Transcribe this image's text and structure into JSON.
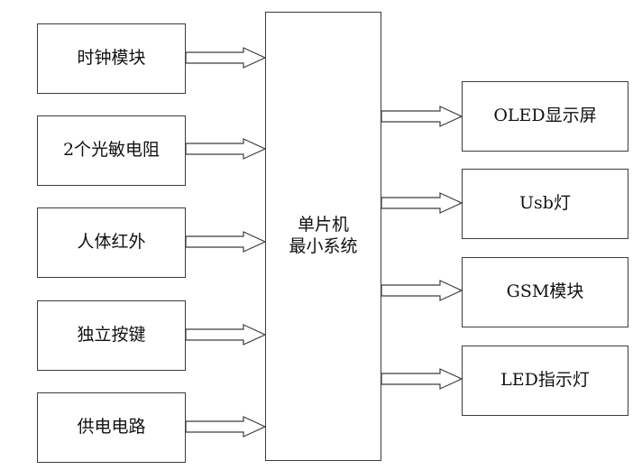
{
  "diagram": {
    "inputs": [
      {
        "id": "clock",
        "label": "时钟模块"
      },
      {
        "id": "ldr",
        "label": "2个光敏电阻"
      },
      {
        "id": "pir",
        "label": "人体红外"
      },
      {
        "id": "keys",
        "label": "独立按键"
      },
      {
        "id": "power",
        "label": "供电电路"
      }
    ],
    "mcu": {
      "line1": "单片机",
      "line2": "最小系统"
    },
    "outputs": [
      {
        "id": "oled",
        "label": "OLED显示屏"
      },
      {
        "id": "usb",
        "label": "Usb灯"
      },
      {
        "id": "gsm",
        "label": "GSM模块"
      },
      {
        "id": "led",
        "label": "LED指示灯"
      }
    ],
    "colors": {
      "stroke": "#3c3c3c",
      "fill": "#ffffff",
      "text": "#111111"
    }
  }
}
